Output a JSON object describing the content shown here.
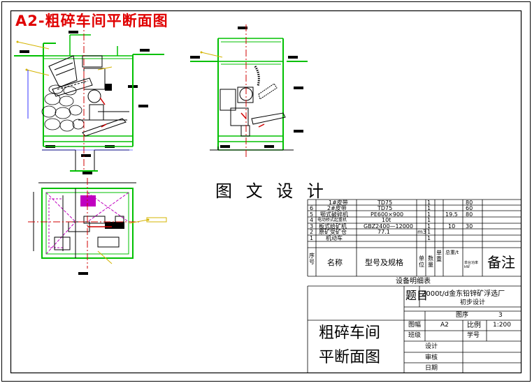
{
  "sheet_title": "A2-粗碎车间平断面图",
  "caption": "图 文 设 计",
  "equipment_table": {
    "rows": [
      {
        "no": "",
        "name": "1#皮带",
        "model": "TD75",
        "qty": "1",
        "weight": "",
        "total": "80"
      },
      {
        "no": "6",
        "name": "2#皮带",
        "model": "TD75",
        "qty": "1",
        "weight": "",
        "total": "60"
      },
      {
        "no": "5",
        "name": "颚式破碎机",
        "model": "PE600×900",
        "qty": "1",
        "weight": "19.5",
        "total": "80"
      },
      {
        "no": "4",
        "name": "电动桥式起重机",
        "model": "10t",
        "qty": "1",
        "weight": "",
        "total": ""
      },
      {
        "no": "3",
        "name": "板式给矿机",
        "model": "GBZ2400—12000",
        "qty": "1",
        "weight": "10",
        "total": "30"
      },
      {
        "no": "2",
        "name": "原矿受矿仓",
        "model": "77.1",
        "qty": "1",
        "unit": "m3",
        "weight": "",
        "total": ""
      },
      {
        "no": "1",
        "name": "机动车",
        "model": "",
        "qty": "1",
        "weight": "",
        "total": ""
      }
    ],
    "headers": {
      "no": "序号",
      "name": "名称",
      "model": "型号及规格",
      "unit": "单位",
      "qty": "数量",
      "unit_weight": "单重",
      "total_weight": "总重/t",
      "per_unit": "单台功率kW",
      "remark": "备注"
    },
    "caption": "设备明细表"
  },
  "title_block": {
    "project_label": "题目",
    "project_name": "2000t/d金东铅锌矿浮选厂",
    "project_sub": "初步设计",
    "seq_label": "图序",
    "seq_value": "3",
    "size_label": "图幅",
    "size_value": "A2",
    "scale_label": "比例",
    "scale_value": "1:200",
    "class_label": "班级",
    "student_no_label": "学号",
    "drawing_name_line1": "粗碎车间",
    "drawing_name_line2": "平断面图",
    "design_label": "设计",
    "review_label": "审核",
    "date_label": "日期"
  },
  "colors": {
    "title_red": "#e00000",
    "wall_green": "#00c000",
    "center_red": "#d00000",
    "dim_blue": "#0000ff",
    "magenta": "#c000c0",
    "leader_yellow": "#d4b400"
  }
}
